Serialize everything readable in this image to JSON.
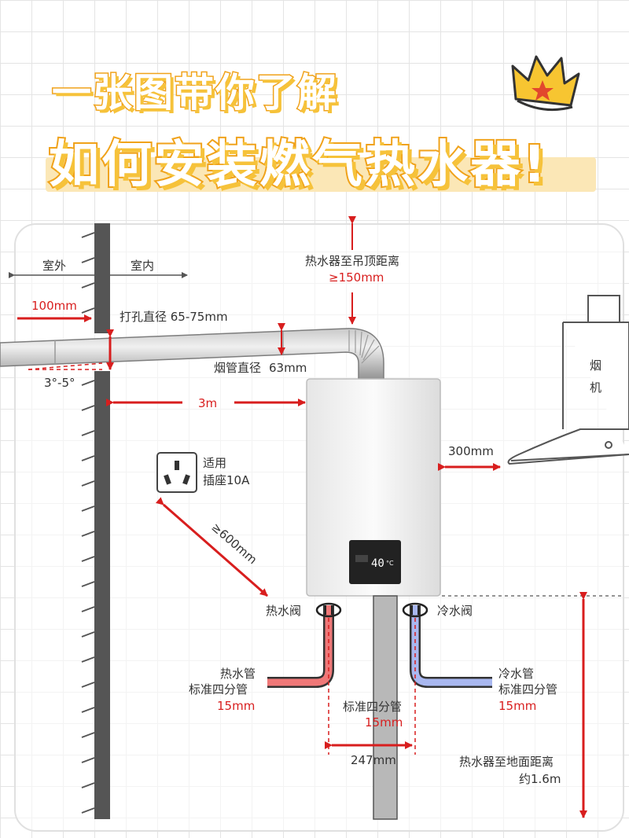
{
  "title": {
    "line1": "一张图带你了解",
    "line2": "如何安装燃气热水器!"
  },
  "labels": {
    "outdoor": "室外",
    "indoor": "室内",
    "wall_offset": "100mm",
    "hole_diameter": "打孔直径 65-75mm",
    "ceiling_distance_label": "热水器至吊顶距离",
    "ceiling_distance_value": "≥150mm",
    "flue_diameter_label": "烟管直径",
    "flue_diameter_value": "63mm",
    "slope": "3°-5°",
    "flue_length": "3m",
    "hood_distance": "300mm",
    "hood_text": "烟机",
    "socket_line1": "适用",
    "socket_line2": "插座10A",
    "socket_distance": "≥600mm",
    "hot_valve": "热水阀",
    "cold_valve": "冷水阀",
    "hot_pipe_line1": "热水管",
    "hot_pipe_line2": "标准四分管",
    "hot_pipe_line3": "15mm",
    "gas_pipe_line1": "标准四分管",
    "gas_pipe_line2": "15mm",
    "cold_pipe_line1": "冷水管",
    "cold_pipe_line2": "标准四分管",
    "cold_pipe_line3": "15mm",
    "pipe_spacing": "247mm",
    "floor_distance_line1": "热水器至地面距离",
    "floor_distance_line2": "约1.6m",
    "display_temp": "40",
    "display_unit": "°C"
  },
  "colors": {
    "accent_red": "#d81e1e",
    "title_orange": "#f0a21a",
    "hot_pipe": "#f07878",
    "cold_pipe": "#a9b8f0",
    "crown": "#f7c531"
  },
  "icons": [
    "crown-icon",
    "socket-icon"
  ]
}
